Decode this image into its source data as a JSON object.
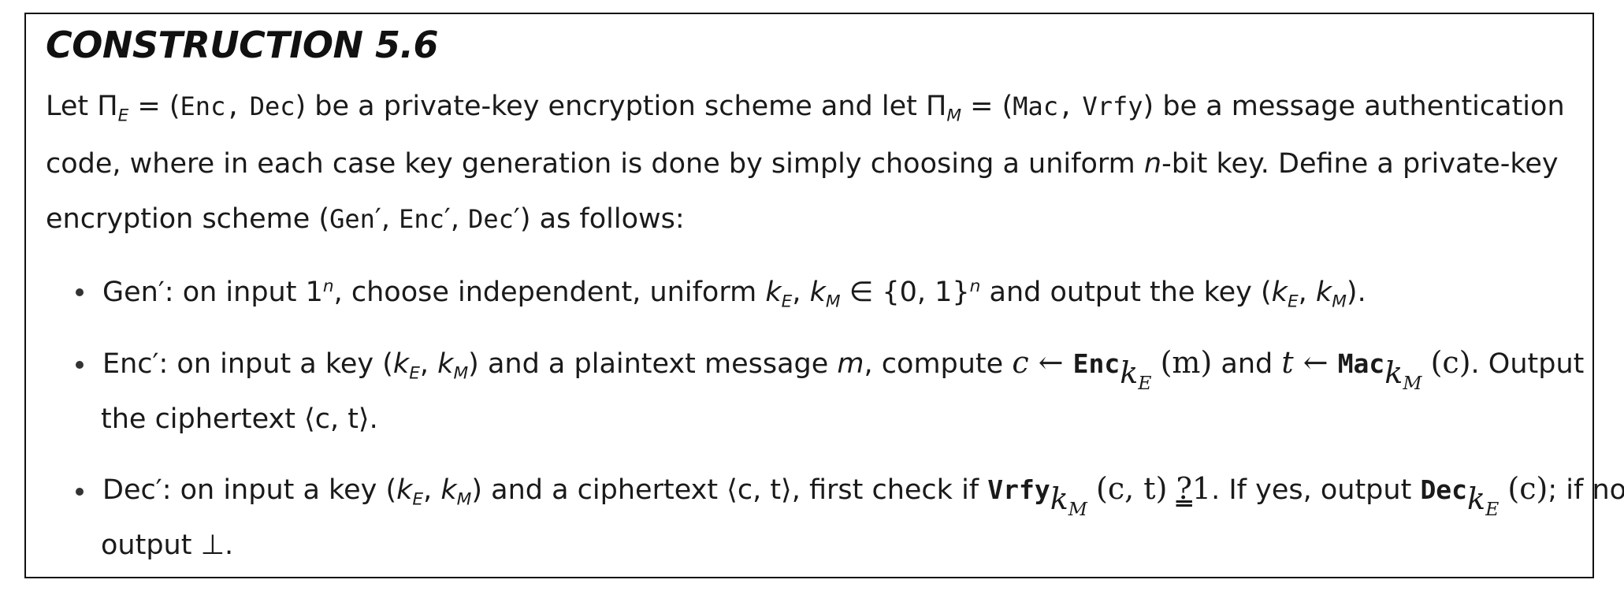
{
  "title": "CONSTRUCTION 5.6",
  "intro": {
    "let1": "Let Π",
    "sub_E": "E",
    "eq1": " = (",
    "enc": "Enc,",
    "dec": "Dec",
    "mid1": ") be a private-key encryption scheme and let Π",
    "sub_M": "M",
    "eq2": " = (",
    "mac": "Mac,",
    "vrfy": "Vrfy",
    "end1": ") be a message authentication",
    "line2_a": "code, where in each case key generation is done by simply choosing a uniform ",
    "n": "n",
    "line2_b": "-bit key. Define a private-key",
    "line3_a": "encryption scheme (",
    "genp": "Gen",
    "prime": "′",
    "comma": ", ",
    "encp": "Enc",
    "decp": "Dec",
    "line3_b": ") as follows:"
  },
  "bullets": {
    "gen": {
      "label": "Gen′",
      "text1": ": on input 1",
      "sup_n": "n",
      "text2": ", choose independent, uniform ",
      "kE": "k",
      "E": "E",
      "kM": "k",
      "M": "M",
      "text3": " ∈ {0, 1}",
      "text4": " and output the key (",
      "text5": ")."
    },
    "enc": {
      "label": "Enc′",
      "text1": ": on input a key (",
      "text2": ") and a plaintext message ",
      "m": "m",
      "text3": ", compute ",
      "c": "c",
      "arrow": " ← ",
      "Enc": "Enc",
      "paren_m": "(m)",
      "and": " and ",
      "t": "t",
      "Mac": "Mac",
      "paren_c": "(c)",
      "output": ". Output",
      "line2": "the ciphertext ⟨c, t⟩."
    },
    "dec": {
      "label": "Dec′",
      "text1": ": on input a key (",
      "text2": ") and a ciphertext ⟨c, t⟩, first check if ",
      "Vrfy": "Vrfy",
      "paren_ct": "(c, t)",
      "qeq": "?",
      "one": "1",
      "text3": ". If yes, output ",
      "Dec": "Dec",
      "paren_c": "(c)",
      "text4": "; if no,",
      "line2": "output ⊥."
    }
  }
}
